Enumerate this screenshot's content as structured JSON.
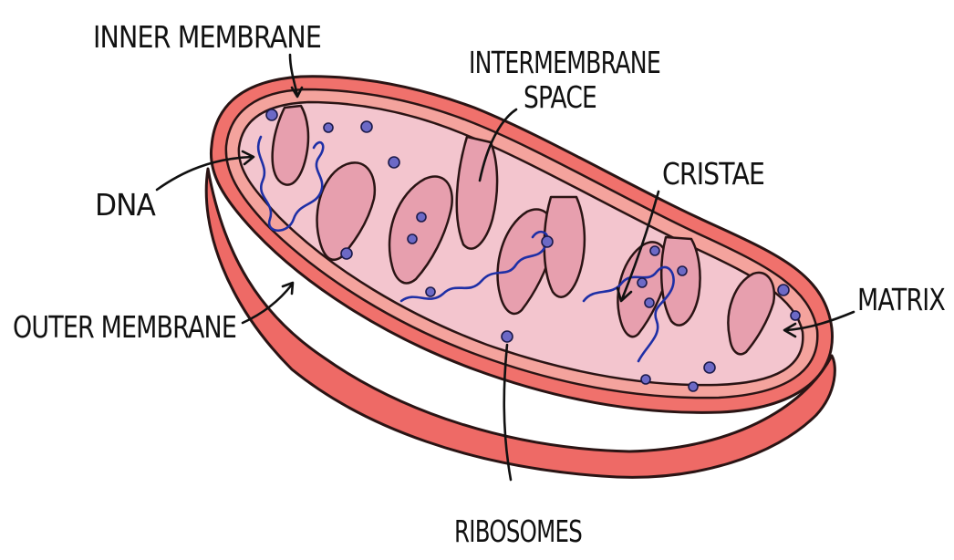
{
  "labels": {
    "inner_membrane": "INNER MEMBRANE",
    "intermembrane_line1": "INTERMEMBRANE",
    "intermembrane_line2": "SPACE",
    "dna": "DNA",
    "cristae": "CRISTAE",
    "outer_membrane": "OUTER MEMBRANE",
    "matrix": "MATRIX",
    "ribosomes": "RIBOSOMES"
  },
  "colors": {
    "outer_membrane": "#f0706c",
    "intermembrane_space": "#f4a6a0",
    "matrix": "#f2c6cf",
    "cristae_fold": "#e6a0ae",
    "ribosome": "#6c69c6",
    "dna": "#1e2fa6"
  }
}
